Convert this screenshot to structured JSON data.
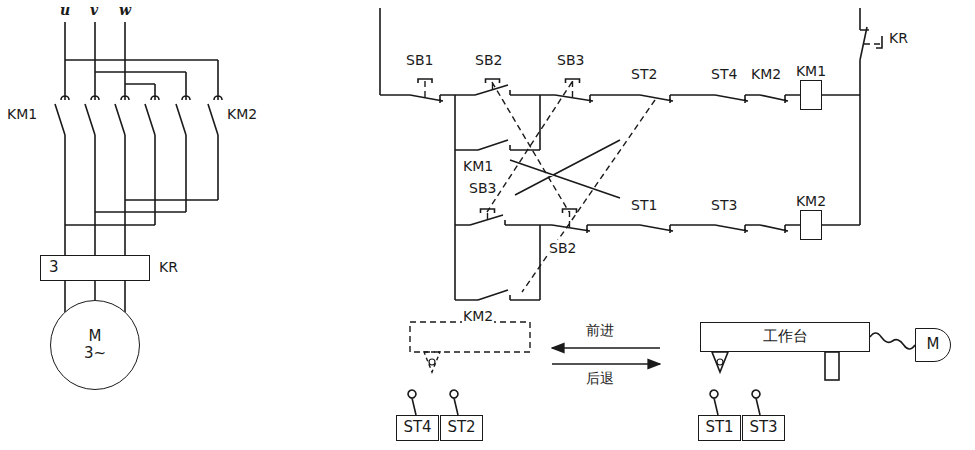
{
  "diagram": {
    "nodes": [
      {
        "text": [
          "3",
          "KR"
        ]
      },
      {
        "text": [
          "M",
          "3~"
        ]
      },
      {
        "text": [
          "KM1"
        ]
      },
      {
        "text": [
          "KM2"
        ]
      },
      {
        "text": [
          "工作台"
        ]
      },
      {
        "text": [
          "M"
        ]
      },
      {
        "text": [
          "ST4"
        ]
      },
      {
        "text": [
          "ST2"
        ]
      },
      {
        "text": [
          "ST1"
        ]
      },
      {
        "text": [
          "ST3"
        ]
      }
    ],
    "edges": [
      {
        "from": 0,
        "to": 1,
        "arrow": "none"
      },
      {
        "from": 4,
        "to": 5,
        "arrow": "none"
      }
    ],
    "labels": [
      "u",
      "v",
      "w",
      "KM1",
      "KM2",
      "SB1",
      "SB2",
      "SB3",
      "KM1",
      "SB3",
      "SB2",
      "KM2",
      "ST2",
      "ST4",
      "KM2",
      "ST1",
      "ST3",
      "KR",
      "前进",
      "后退"
    ]
  }
}
